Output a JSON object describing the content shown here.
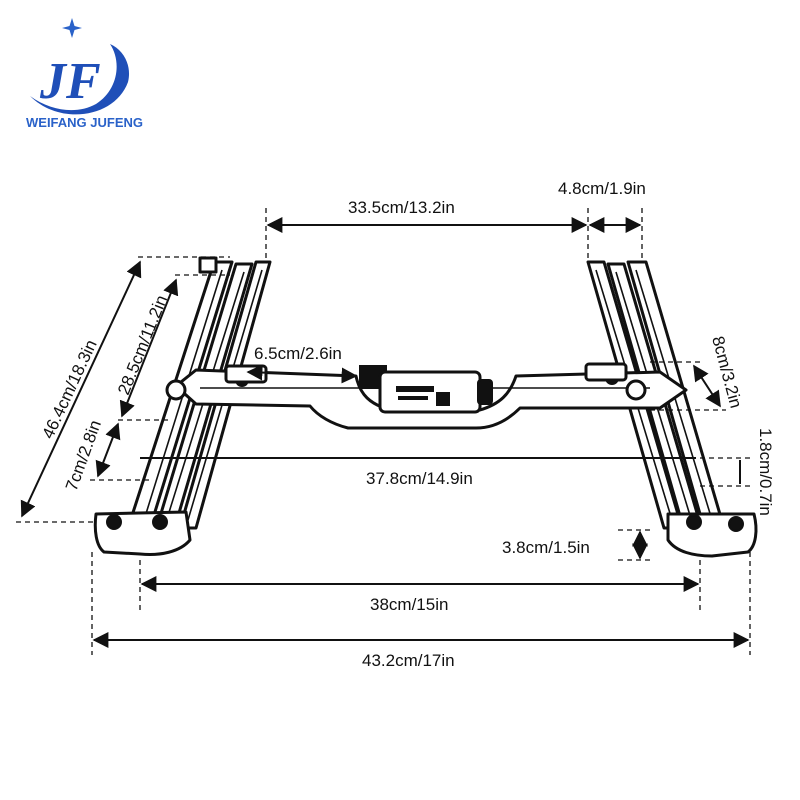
{
  "brand": {
    "logo_letters": "JF",
    "name": "WEIFANG JUFENG",
    "colors": {
      "primary": "#1f4fb8",
      "accent": "#2a62c9",
      "star": "#2a62c9"
    }
  },
  "diagram": {
    "subject": "seat slide rail frame with motor",
    "dimensions": {
      "top_span": "33.5cm/13.2in",
      "rail_gap": "4.8cm/1.9in",
      "overall_length": "46.4cm/18.3in",
      "inner_length": "28.5cm/11.2in",
      "front_offset": "7cm/2.8in",
      "bracket_length": "6.5cm/2.6in",
      "bracket_height": "8cm/3.2in",
      "inner_width": "37.8cm/14.9in",
      "foot_step": "1.8cm/0.7in",
      "foot_height": "3.8cm/1.5in",
      "foot_span": "38cm/15in",
      "overall_width": "43.2cm/17in"
    }
  }
}
